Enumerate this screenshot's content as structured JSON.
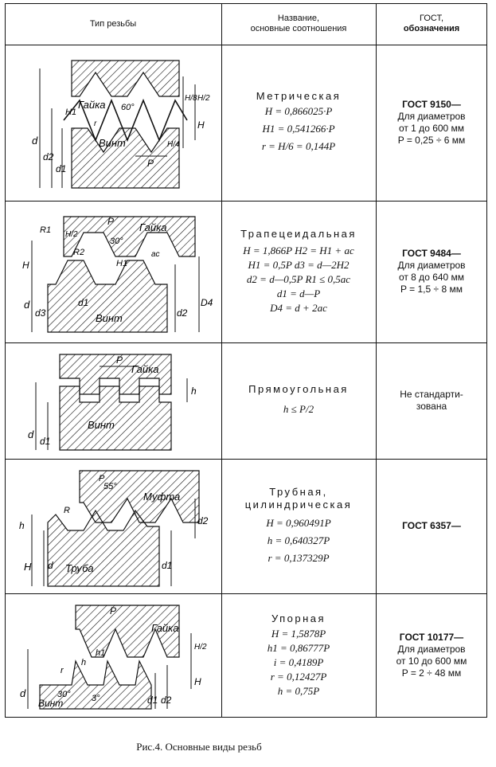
{
  "header": {
    "col1": "Тип резьбы",
    "col2_line1": "Название,",
    "col2_line2": "основные соотношения",
    "col3_line1": "ГОСТ,",
    "col3_line2": "обозначения"
  },
  "rows": [
    {
      "name": "Метрическая",
      "formulas": [
        "H = 0,866025·P",
        "H1 = 0,541266·P",
        "r = H/6 = 0,144P"
      ],
      "gost": [
        "ГОСТ 9150—",
        "Для диаметров",
        "от 1 до 600 мм",
        "P = 0,25 ÷ 6 мм"
      ],
      "labels": [
        "Гайка",
        "Винт",
        "60°",
        "d",
        "d2",
        "d1",
        "H",
        "H1",
        "P",
        "H/8",
        "H/4",
        "H/2",
        "r"
      ]
    },
    {
      "name": "Трапецеидальная",
      "formulas": [
        "H = 1,866P  H2 = H1 + ac",
        "H1 = 0,5P   d3 = d—2H2",
        "d2 = d—0,5P  R1 ≤ 0,5ac",
        "d1 = d—P",
        "D4 = d + 2ac"
      ],
      "gost": [
        "ГОСТ 9484—",
        "Для диаметров",
        "от 8 до 640 мм",
        "P = 1,5 ÷  8 мм"
      ],
      "labels": [
        "Гайка",
        "Винт",
        "30°",
        "P",
        "R1",
        "R2",
        "H",
        "H/2",
        "H1",
        "d",
        "d3",
        "d1",
        "d2",
        "D4",
        "ac"
      ]
    },
    {
      "name": "Прямоугольная",
      "formulas": [
        "h ≤ P/2"
      ],
      "gost": [
        "Не стандарти-",
        "зована"
      ],
      "labels": [
        "Гайка",
        "Винт",
        "P",
        "h",
        "d",
        "d1"
      ]
    },
    {
      "name_line1": "Трубная,",
      "name_line2": "цилиндрическая",
      "formulas": [
        "H = 0,960491P",
        "h = 0,640327P",
        "r = 0,137329P"
      ],
      "gost": [
        "ГОСТ 6357—"
      ],
      "labels": [
        "Муфта",
        "Труба",
        "55°",
        "h",
        "H",
        "d",
        "d1",
        "d2",
        "R",
        "P"
      ]
    },
    {
      "name": "Упорная",
      "formulas": [
        "H = 1,5878P",
        "h1 = 0,86777P",
        "i = 0,4189P",
        "r = 0,12427P",
        "h = 0,75P"
      ],
      "gost": [
        "ГОСТ 10177—",
        "Для диаметров",
        "от 10 до 600 мм",
        "P = 2 ÷ 48  мм"
      ],
      "labels": [
        "Гайка",
        "Винт",
        "30°",
        "3°",
        "P",
        "H",
        "H/2",
        "h",
        "h1",
        "d",
        "d1",
        "d2",
        "r"
      ]
    }
  ],
  "caption": "Рис.4.  Основные виды резьб"
}
